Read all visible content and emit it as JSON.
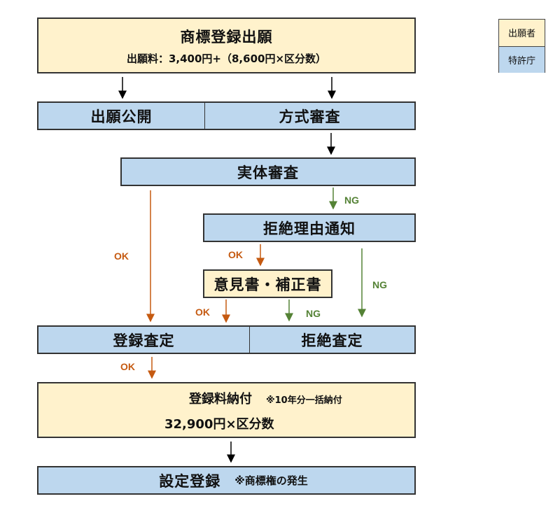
{
  "diagram": {
    "application": {
      "title": "商標登録出願",
      "fee": "出願料：3,400円+（8,600円×区分数）"
    },
    "publication": "出願公開",
    "formality_exam": "方式審査",
    "substantive_exam": "実体審査",
    "rejection_notice": "拒絶理由通知",
    "response": "意見書・補正書",
    "registration_decision": "登録査定",
    "rejection_decision": "拒絶査定",
    "registration_fee": {
      "title": "登録料納付",
      "note": "※10年分一括納付",
      "amount": "32,900円×区分数"
    },
    "registration": {
      "title": "設定登録",
      "note": "※商標権の発生"
    },
    "edge_labels": {
      "ok": "OK",
      "ng": "NG"
    }
  },
  "legend": {
    "applicant": "出願者",
    "jpo": "特許庁"
  },
  "colors": {
    "applicant": "#fff2cc",
    "jpo": "#bdd7ee",
    "ok": "#c55a11",
    "ng": "#548235",
    "default_arrow": "#000000"
  }
}
